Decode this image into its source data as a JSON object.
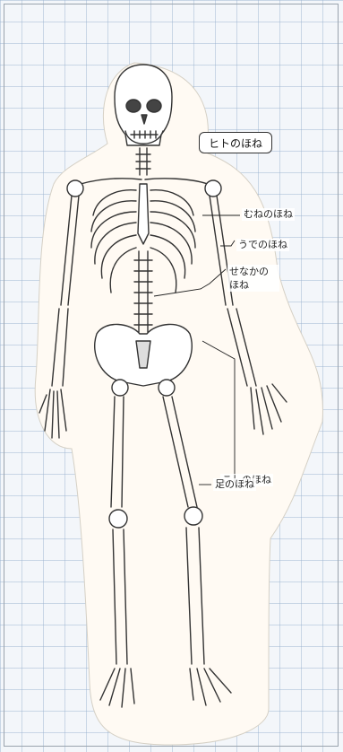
{
  "title": "ヒトのほね",
  "labels": {
    "chest": "むねのほね",
    "arm": "うでのほね",
    "spine": "せなかのほね",
    "hip": "こしのほね",
    "leg": "足のほね"
  }
}
